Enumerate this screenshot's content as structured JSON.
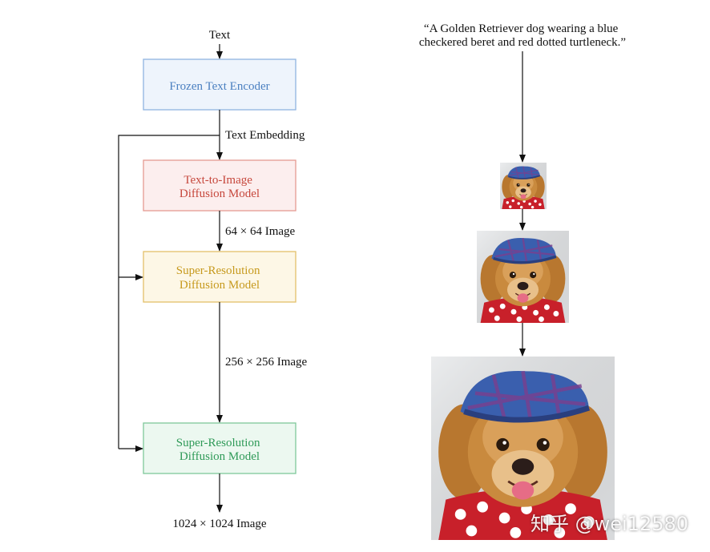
{
  "pipeline": {
    "input_label": "Text",
    "boxes": [
      {
        "lines": [
          "Frozen Text Encoder"
        ],
        "stroke": "#8fb4e0",
        "fill": "#eef4fc",
        "text_color": "#4a7fc0"
      },
      {
        "lines": [
          "Text-to-Image",
          "Diffusion Model"
        ],
        "stroke": "#e59a92",
        "fill": "#fceeee",
        "text_color": "#c6473c"
      },
      {
        "lines": [
          "Super-Resolution",
          "Diffusion Model"
        ],
        "stroke": "#e3c06a",
        "fill": "#fdf7e6",
        "text_color": "#c79a1e"
      },
      {
        "lines": [
          "Super-Resolution",
          "Diffusion Model"
        ],
        "stroke": "#7fc89a",
        "fill": "#ecf8f0",
        "text_color": "#2f9a58"
      }
    ],
    "edge_labels": [
      "Text Embedding",
      "64 × 64 Image",
      "256 × 256 Image"
    ],
    "output_label": "1024 × 1024 Image"
  },
  "example": {
    "prompt_lines": [
      "“A Golden Retriever dog wearing a blue",
      "checkered beret and red dotted turtleneck.”"
    ],
    "images": [
      "dog-64",
      "dog-256",
      "dog-1024"
    ]
  },
  "watermark": "知乎 @wei12580",
  "colors": {
    "dog_fur": "#c98a3e",
    "beret_blue": "#3a5fae",
    "beret_purple": "#7a3f8e",
    "turtleneck_red": "#c8202a",
    "background_gray": "#e4e6e8"
  }
}
